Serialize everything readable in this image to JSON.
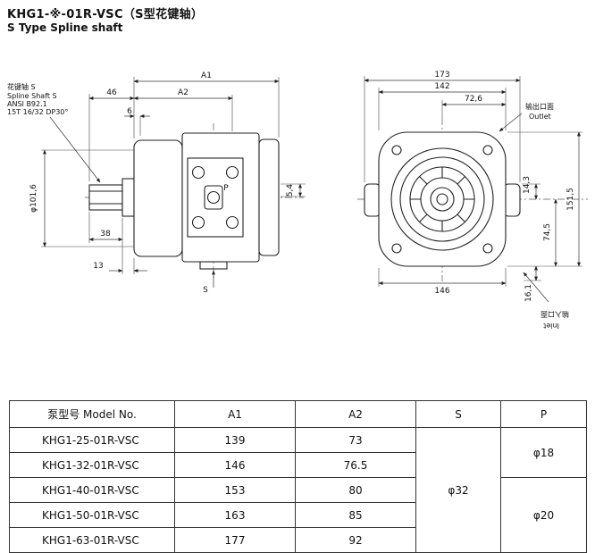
{
  "page": {
    "title_line1": "KHG1-※-01R-VSC（S型花键轴）",
    "title_line2": "S Type Spline shaft"
  },
  "left_view": {
    "note1": "花键轴 S",
    "note2": "Spline Shaft S",
    "note3": "ANSI B92.1",
    "note4": "15T 16/32 DP30°",
    "dim_a1": "A1",
    "dim_46": "46",
    "dim_a2": "A2",
    "dim_6": "6",
    "dim_phi": "φ101,6",
    "dim_38": "38",
    "dim_13": "13",
    "dim_5_4": "5,4",
    "port_label": "P",
    "shaft_label": "S"
  },
  "right_view": {
    "dim_173": "173",
    "dim_142": "142",
    "dim_72_6": "72,6",
    "dim_146": "146",
    "dim_14_3": "14,3",
    "dim_151_5": "151,5",
    "dim_74_5": "74,5",
    "dim_16_1": "16,1",
    "outlet_cn": "输出口面",
    "outlet_en": "Outlet",
    "inlet_cn": "输入口面",
    "inlet_en": "Inlet"
  },
  "table": {
    "headers": {
      "model": "泵型号  Model No.",
      "a1": "A1",
      "a2": "A2",
      "s": "S",
      "p": "P"
    },
    "rows": [
      {
        "model": "KHG1-25-01R-VSC",
        "a1": "139",
        "a2": "73"
      },
      {
        "model": "KHG1-32-01R-VSC",
        "a1": "146",
        "a2": "76.5"
      },
      {
        "model": "KHG1-40-01R-VSC",
        "a1": "153",
        "a2": "80"
      },
      {
        "model": "KHG1-50-01R-VSC",
        "a1": "163",
        "a2": "85"
      },
      {
        "model": "KHG1-63-01R-VSC",
        "a1": "177",
        "a2": "92"
      }
    ],
    "s_value": "φ32",
    "p_value_small": "φ18",
    "p_value_large": "φ20"
  }
}
